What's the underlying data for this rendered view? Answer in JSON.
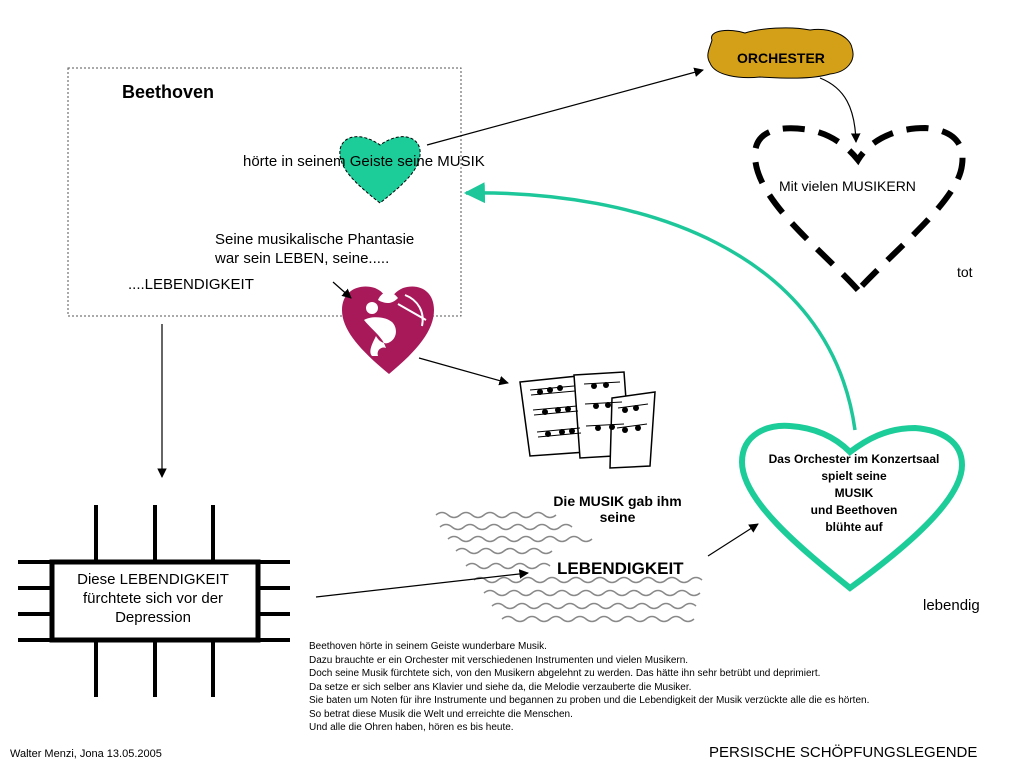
{
  "beethoven_box": {
    "title": "Beethoven",
    "line1": "hörte in seinem Geiste seine MUSIK",
    "line2a": "Seine musikalische Phantasie",
    "line2b": "war sein LEBEN,  seine.....",
    "line3": "....LEBENDIGKEIT"
  },
  "orchestra": {
    "label": "ORCHESTER",
    "musicians": "Mit vielen MUSIKERN",
    "state": "tot"
  },
  "concert_heart": {
    "lines": [
      "Das Orchester im Konzertsaal",
      "spielt seine",
      "MUSIK",
      "und Beethoven",
      "blühte auf"
    ],
    "state": "lebendig"
  },
  "music_gift": {
    "line1": "Die MUSIK gab ihm",
    "line2": "seine",
    "emphasis": "LEBENDIGKEIT"
  },
  "depression_box": {
    "lines": [
      "Diese LEBENDIGKEIT",
      "fürchtete sich vor der",
      "Depression"
    ]
  },
  "story": [
    "Beethoven hörte in seinem Geiste wunderbare Musik.",
    "Dazu brauchte er ein Orchester mit verschiedenen Instrumenten und vielen Musikern.",
    "Doch seine Musik fürchtete sich, von den Musikern abgelehnt zu werden. Das hätte ihn sehr betrübt und deprimiert.",
    "Da setze er sich selber ans Klavier und siehe da, die Melodie verzauberte die Musiker.",
    "Sie baten um Noten für ihre Instrumente und begannen zu proben und die Lebendigkeit der Musik verzückte alle die es hörten.",
    "So betrat diese Musik die Welt und erreichte die Menschen.",
    "Und alle die Ohren haben, hören es bis heute."
  ],
  "footer": {
    "author": "Walter Menzi, Jona 13.05.2005",
    "title": "PERSISCHE SCHÖPFUNGSLEGENDE"
  },
  "colors": {
    "teal": "#1ccc99",
    "teal_line": "#1dc79a",
    "orchestra_blob": "#d4a017",
    "cupid_heart": "#a8195a",
    "dashed_heart": "#000000"
  },
  "icons": {
    "small_heart": "teal-heart-icon",
    "cupid": "cupid-heart-icon",
    "sheet_music": "sheet-music-icon",
    "orchestra": "orchestra-blob-icon"
  }
}
